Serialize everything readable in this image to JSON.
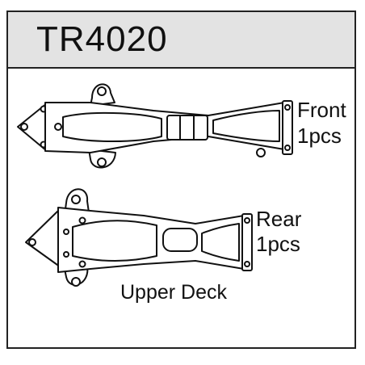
{
  "header": {
    "part_number": "TR4020"
  },
  "parts": [
    {
      "name": "Front",
      "quantity": "1pcs",
      "icon": "front-upper-deck-icon"
    },
    {
      "name": "Rear",
      "quantity": "1pcs",
      "icon": "rear-upper-deck-icon"
    }
  ],
  "caption": "Upper Deck",
  "colors": {
    "header_bg": "#e3e3e3",
    "line": "#111111",
    "panel_bg": "#ffffff"
  }
}
